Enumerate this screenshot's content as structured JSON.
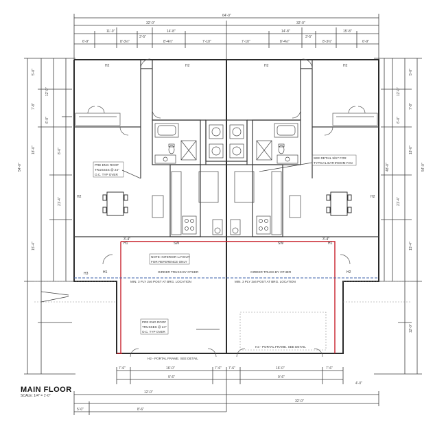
{
  "title": "MAIN FLOOR",
  "scale": "SCALE: 1/4\" = 1'-0\"",
  "top_dims": {
    "overall": "64'-0\"",
    "left_unit": "32'-0\"",
    "right_unit": "32'-0\"",
    "row2": [
      "11'-0\"",
      "14'-8\"",
      "14'-8\"",
      "15'-8\""
    ],
    "row3": [
      "6'-9\"",
      "8'-3½\"",
      "3'-5\"",
      "8'-4½\"",
      "7'-10\"",
      "7'-10\"",
      "8'-4½\"",
      "3'-5\"",
      "8'-3½\"",
      "6'-9\""
    ]
  },
  "left_dims": {
    "overall": "54'-0\"",
    "col2": [
      "5'-0\"",
      "7'-8\"",
      "18'-0\"",
      "15'-4\""
    ],
    "col3": [
      "12'-0\"",
      "6'-0\"",
      "8'-0\"",
      "21'-4\""
    ]
  },
  "right_dims": {
    "overall": "54'-0\"",
    "col2": [
      "5'-0\"",
      "7'-8\"",
      "18'-0\"",
      "15'-4\""
    ],
    "col3": [
      "12'-0\"",
      "6'-0\"",
      "48'-0\"",
      "21'-4\"",
      "12'-0\""
    ]
  },
  "bottom_dims": {
    "row1": [
      "7'-6\"",
      "16'-0\"",
      "7'-6\"",
      "7'-6\"",
      "16'-0\"",
      "7'-6\""
    ],
    "row2": [
      "9'-6\"",
      "9'-6\""
    ],
    "row3": [
      "12'-0\"",
      "32'-0\""
    ],
    "row4": [
      "5'-0\"",
      "8'-6\"",
      "4'-0\""
    ]
  },
  "notes": {
    "roof_left": [
      "PRE ENG ROOF",
      "TRUSSES @ 24\"",
      "O.C. TYP OVER"
    ],
    "roof_garage": [
      "PRE ENG ROOF",
      "TRUSSES @ 24\"",
      "O.C. TYP OVER"
    ],
    "see_detail": [
      "SEE DETAIL 9/S7 FOR",
      "TYPICAL BATHROOM FAN"
    ],
    "interior_layout": [
      "NOTE: INTERIOR LAYOUT",
      "FOR REFERENCE ONLY"
    ],
    "girder_left": [
      "GIRDER TRUSS BY OTHER",
      "MIN. 3 PLY 2x6 POST AT BRG. LOCATION"
    ],
    "girder_right": [
      "GIRDER TRUSS BY OTHER",
      "MIN. 3 PLY 2x6 POST AT BRG. LOCATION"
    ],
    "portal_left": "H2 - PORTAL FRAME. SEE DETAIL",
    "portal_right": "H3 - PORTAL FRAME. SEE DETAIL"
  },
  "tags": {
    "h1": "H1",
    "h2": "H2",
    "h3": "H3",
    "sw": "SW",
    "beam_left": "3'-4\"",
    "beam_right": "3'-4\""
  },
  "colors": {
    "line": "#3a3a3a",
    "light": "#8a8a8a",
    "red": "#c8202a",
    "blue": "#3b5fa8"
  }
}
